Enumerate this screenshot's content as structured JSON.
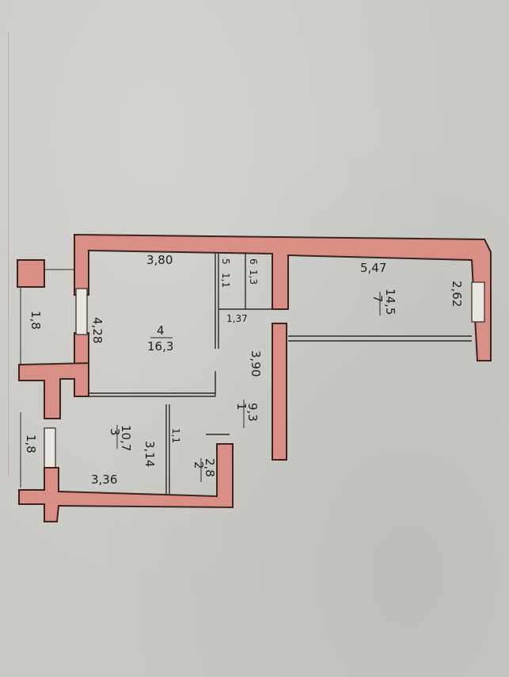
{
  "plan": {
    "room_1": {
      "number": "1",
      "area": "9,3",
      "length": "3,90"
    },
    "room_2": {
      "number": "2",
      "area": "2,8",
      "width": "1,1"
    },
    "room_3": {
      "number": "3",
      "area": "10,7",
      "length": "3,36",
      "width": "3,14"
    },
    "room_4": {
      "number": "4",
      "area": "16,3",
      "length": "3,80",
      "width": "4,28"
    },
    "room_5": {
      "number": "5",
      "area": "1,1"
    },
    "room_6": {
      "number": "6",
      "area": "1,3",
      "width": "1,37"
    },
    "room_7": {
      "number": "7",
      "area": "14,5",
      "length": "5,47",
      "width": "2,62"
    },
    "balcony_upper": {
      "length": "1,8"
    },
    "balcony_lower": {
      "length": "1,8"
    }
  },
  "colors": {
    "wall": "#d98f86",
    "paper": "#cbc9c4",
    "ink": "#2b2b2b"
  }
}
